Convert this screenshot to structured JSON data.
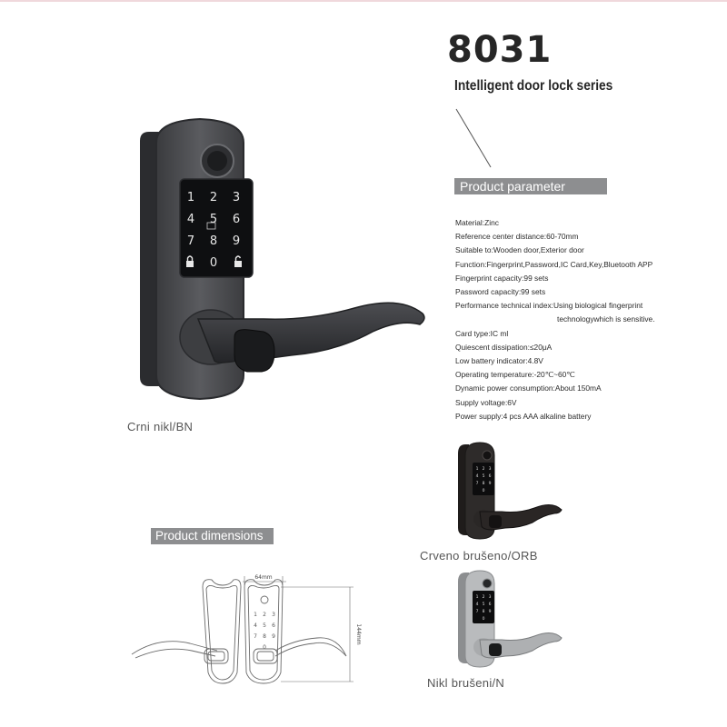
{
  "header": {
    "model": "8031",
    "series": "Intelligent door lock series"
  },
  "parameters": {
    "heading": "Product parameter",
    "lines": [
      "Material:Zinc",
      "Reference center distance:60-70mm",
      "Suitable to:Wooden door,Exterior door",
      "Function:Fingerprint,Password,IC Card,Key,Bluetooth APP",
      "Fingerprint capacity:99 sets",
      "Password capacity:99 sets",
      "Performance technical index:Using biological fingerprint",
      "technologywhich is sensitive.",
      "Card type:IC ml",
      "Quiescent dissipation:≤20μA",
      "Low battery indicator:4.8V",
      "Operating temperature:-20℃~60℃",
      "Dynamic power consumption:About 150mA",
      "Supply voltage:6V",
      "Power supply:4 pcs AAA alkaline battery"
    ]
  },
  "dimensions": {
    "heading": "Product dimensions",
    "width_label": "64mm",
    "height_label": "144mm"
  },
  "keypad": {
    "keys": [
      "1",
      "2",
      "3",
      "4",
      "5",
      "6",
      "7",
      "8",
      "9",
      "",
      "0",
      ""
    ]
  },
  "finishes": {
    "main": "Crni nikl/BN",
    "orb": "Crveno brušeno/ORB",
    "nickel": "Nikl brušeni/N"
  },
  "colors": {
    "label_bar": "#8d8e90",
    "bn_body": "#4a4b4e",
    "orb_body": "#2e2b2a",
    "nickel_body": "#b9bbbd",
    "keypad_glass": "#0e0f11"
  },
  "icons": {
    "lock_left": "lock-icon",
    "lock_right": "unlock-icon",
    "fingerprint": "fingerprint-sensor-icon",
    "card": "card-reader-icon"
  }
}
